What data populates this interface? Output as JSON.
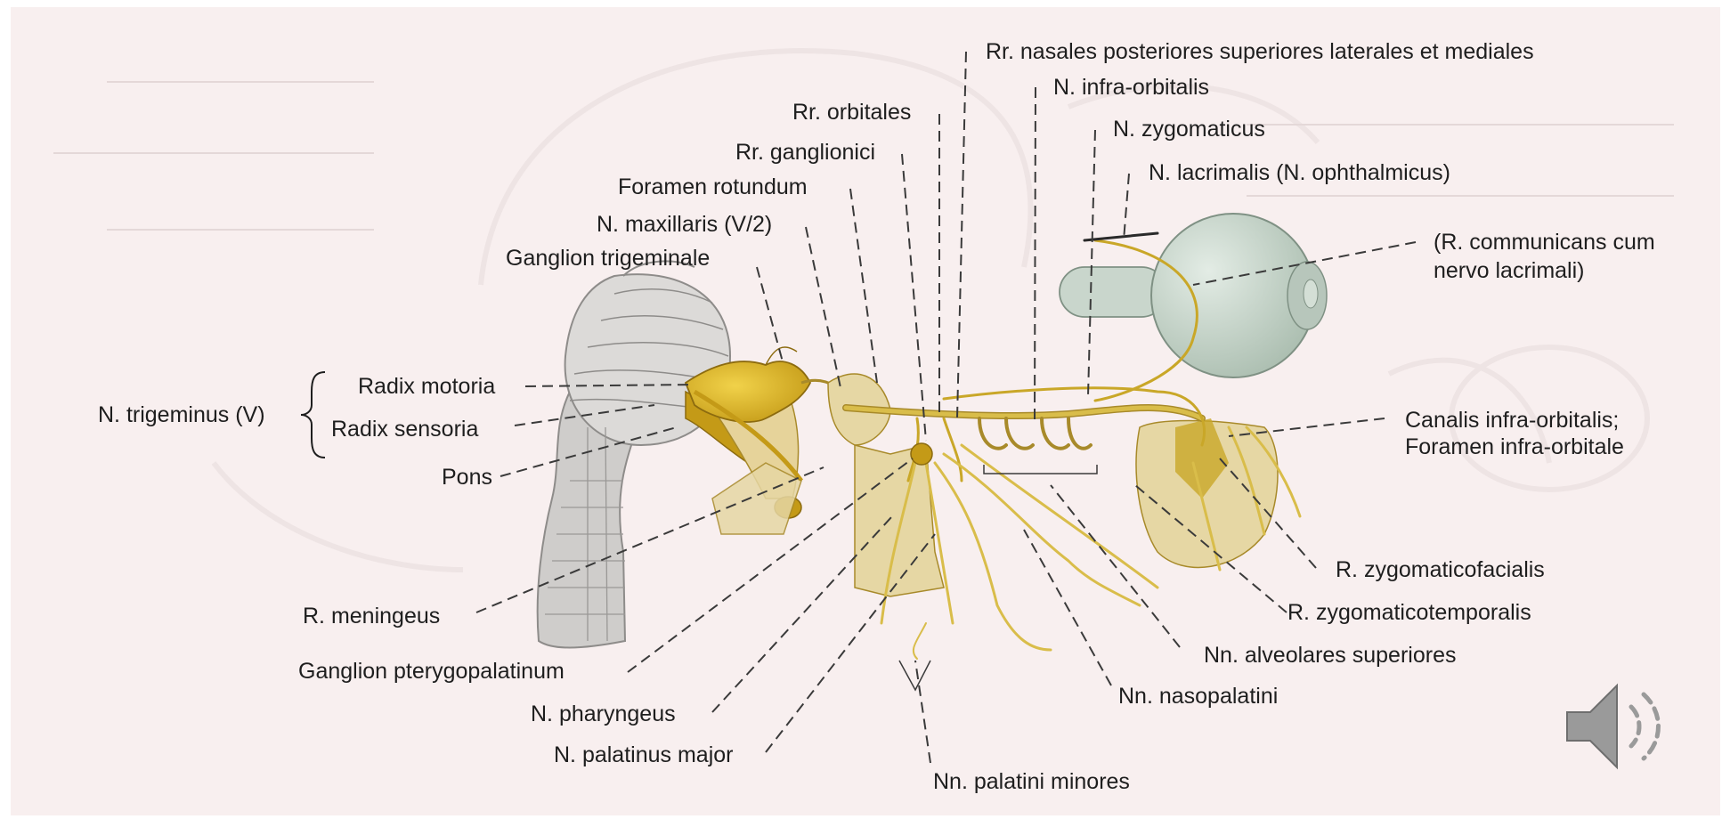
{
  "labels": {
    "nasales": "Rr. nasales posteriores superiores laterales et mediales",
    "infraorbitalis": "N. infra-orbitalis",
    "zygomaticus": "N. zygomaticus",
    "lacrimalis": "N. lacrimalis (N. ophthalmicus)",
    "communicans_1": "(R. communicans cum",
    "communicans_2": "nervo lacrimali)",
    "orbitales": "Rr. orbitales",
    "ganglionici": "Rr. ganglionici",
    "foramen_rotundum": "Foramen rotundum",
    "maxillaris": "N. maxillaris (V/2)",
    "ganglion_trigeminale": "Ganglion trigeminale",
    "trigeminus": "N. trigeminus (V)",
    "radix_motoria": "Radix motoria",
    "radix_sensoria": "Radix sensoria",
    "pons": "Pons",
    "canalis_1": "Canalis infra-orbitalis;",
    "canalis_2": "Foramen infra-orbitale",
    "zygomaticofacialis": "R. zygomaticofacialis",
    "zygomaticotemporalis": "R. zygomaticotemporalis",
    "alveolares": "Nn. alveolares superiores",
    "nasopalatini": "Nn. nasopalatini",
    "meningeus": "R. meningeus",
    "pterygopalatinum": "Ganglion pterygopalatinum",
    "pharyngeus": "N. pharyngeus",
    "palatinus_major": "N. palatinus major",
    "palatini_minores": "Nn. palatini minores"
  },
  "colors": {
    "page": "#ffffff",
    "slide_bg": "#f8efef",
    "text": "#1e1e1e",
    "nerve": "#c9a728",
    "nerve_light": "#ddc56a",
    "bone": "#e6d7a4",
    "brainstem": "#d6d4d2",
    "eyeball": "#c5d3c9",
    "leader": "#3a3a3a",
    "speaker_icon": "#9a9a9a"
  },
  "icons": [
    "speaker-icon"
  ]
}
